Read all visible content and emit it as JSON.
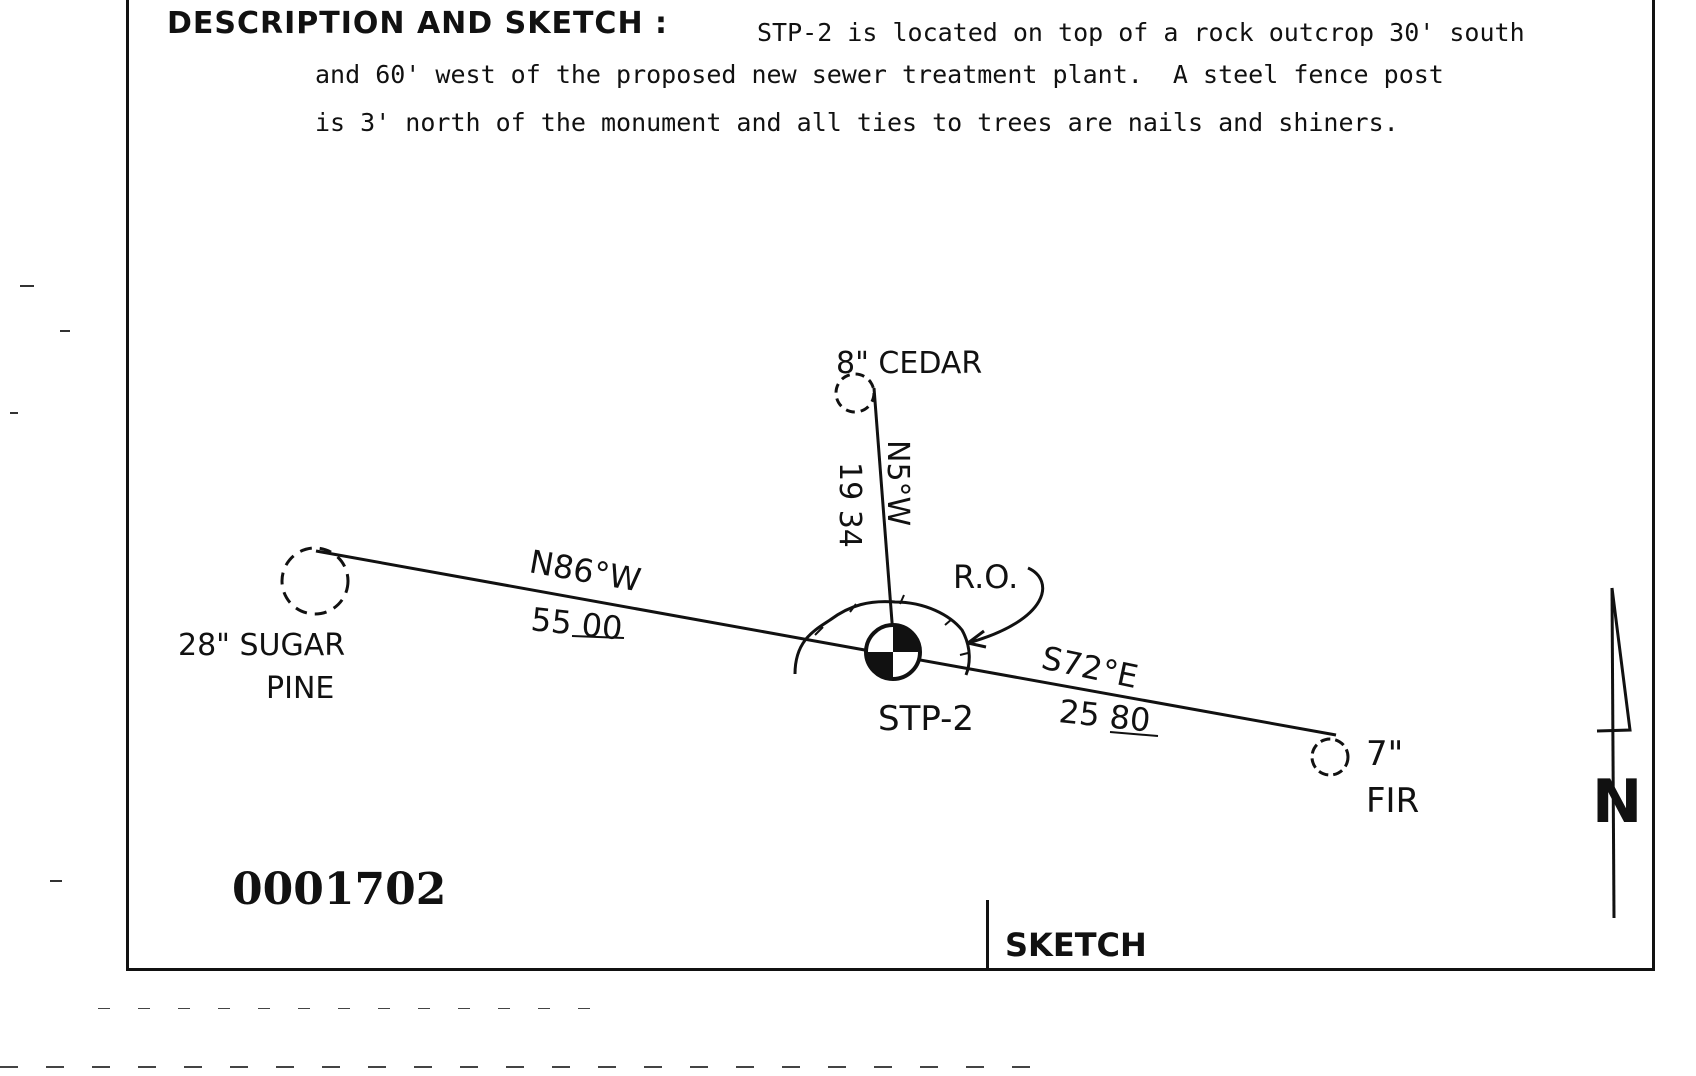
{
  "header": {
    "title": "DESCRIPTION AND SKETCH :"
  },
  "description": {
    "line1": "STP-2 is located on top of a rock outcrop 30' south",
    "line2": "and 60' west of the proposed new sewer treatment plant.  A steel fence post",
    "line3": "is 3' north of the monument and all ties to trees are nails and shiners."
  },
  "sketch": {
    "monument": "STP-2",
    "rock_outcrop_label": "R.O.",
    "ties": [
      {
        "tree": [
          "8\" CEDAR"
        ],
        "bearing": "N5°W",
        "distance": "19 34"
      },
      {
        "tree": [
          "28\" SUGAR",
          "PINE"
        ],
        "bearing": "N86°W",
        "distance": "55 00"
      },
      {
        "tree": [
          "7\"",
          "FIR"
        ],
        "bearing": "S72°E",
        "distance": "25 80"
      }
    ],
    "north_arrow_letter": "N"
  },
  "footer": {
    "document_number": "0001702",
    "section_label": "SKETCH"
  }
}
